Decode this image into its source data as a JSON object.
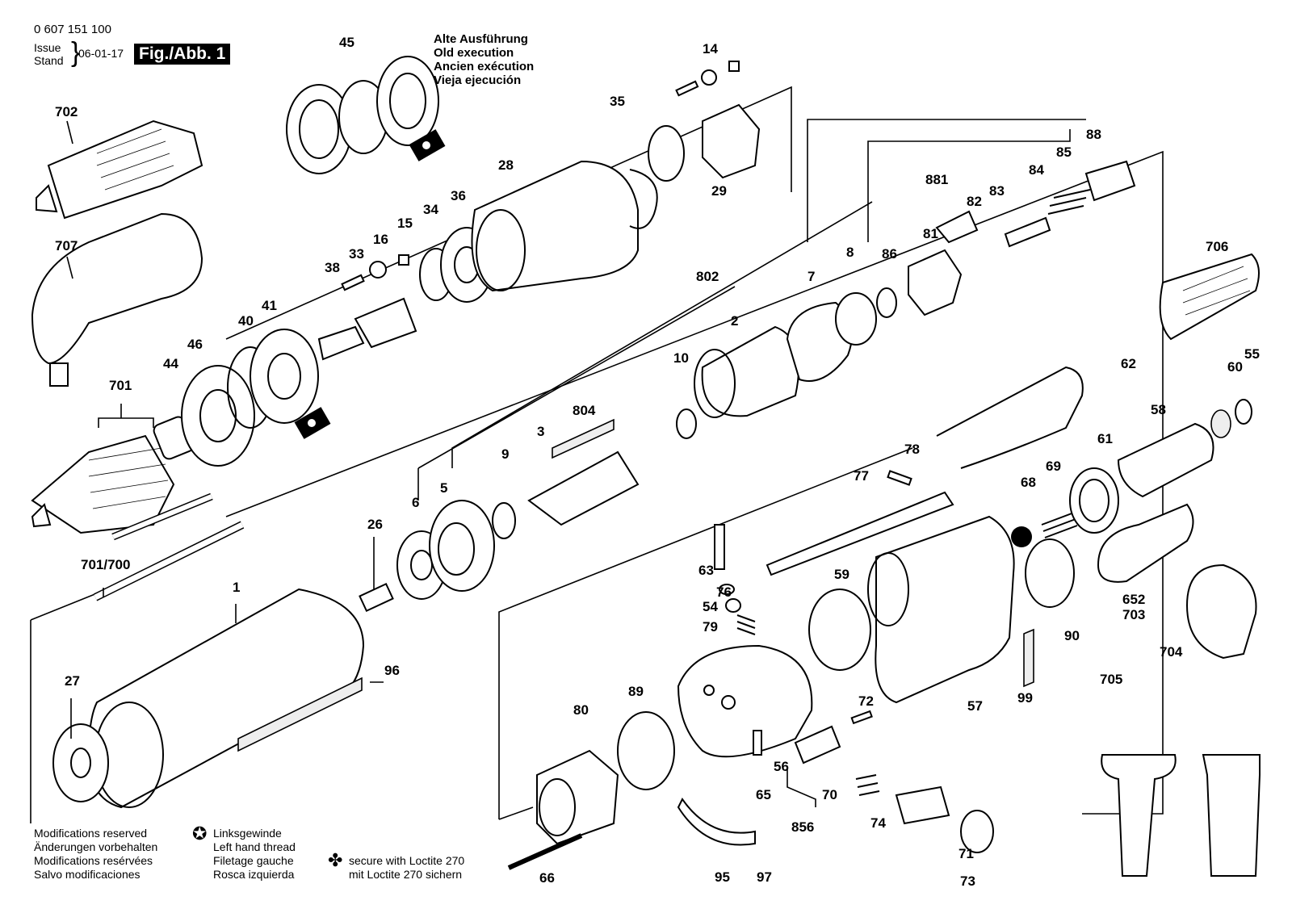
{
  "header": {
    "part_number": "0 607 151 100",
    "issue_label": "Issue",
    "stand_label": "Stand",
    "issue_date": "06-01-17",
    "figure_label": "Fig./Abb. 1"
  },
  "old_execution": [
    "Alte Ausführung",
    "Old execution",
    "Ancien exécution",
    "Vieja ejecución"
  ],
  "footer": {
    "modifications": [
      "Modifications reserved",
      "Änderungen vorbehalten",
      "Modifications resérvées",
      "Salvo modificaciones"
    ],
    "left_hand_thread": [
      "Linksgewinde",
      "Left hand thread",
      "Filetage gauche",
      "Rosca izquierda"
    ],
    "loctite": [
      "secure with Loctite 270",
      "mit Loctite 270 sichern"
    ]
  },
  "symbols": {
    "left_hand": "✪",
    "loctite": "✤"
  },
  "part_labels": [
    "702",
    "707",
    "701",
    "701/700",
    "1",
    "27",
    "44",
    "46",
    "40",
    "41",
    "38",
    "33",
    "16",
    "15",
    "34",
    "36",
    "28",
    "35",
    "14",
    "29",
    "45",
    "96",
    "26",
    "6",
    "5",
    "9",
    "3",
    "804",
    "10",
    "2",
    "802",
    "7",
    "8",
    "86",
    "81",
    "82",
    "83",
    "881",
    "84",
    "85",
    "88",
    "706",
    "62",
    "60",
    "55",
    "58",
    "61",
    "69",
    "68",
    "78",
    "77",
    "63",
    "76",
    "54",
    "79",
    "59",
    "57",
    "90",
    "652",
    "703",
    "99",
    "704",
    "705",
    "80",
    "89",
    "66",
    "95",
    "97",
    "65",
    "56",
    "70",
    "856",
    "72",
    "74",
    "71",
    "73"
  ]
}
